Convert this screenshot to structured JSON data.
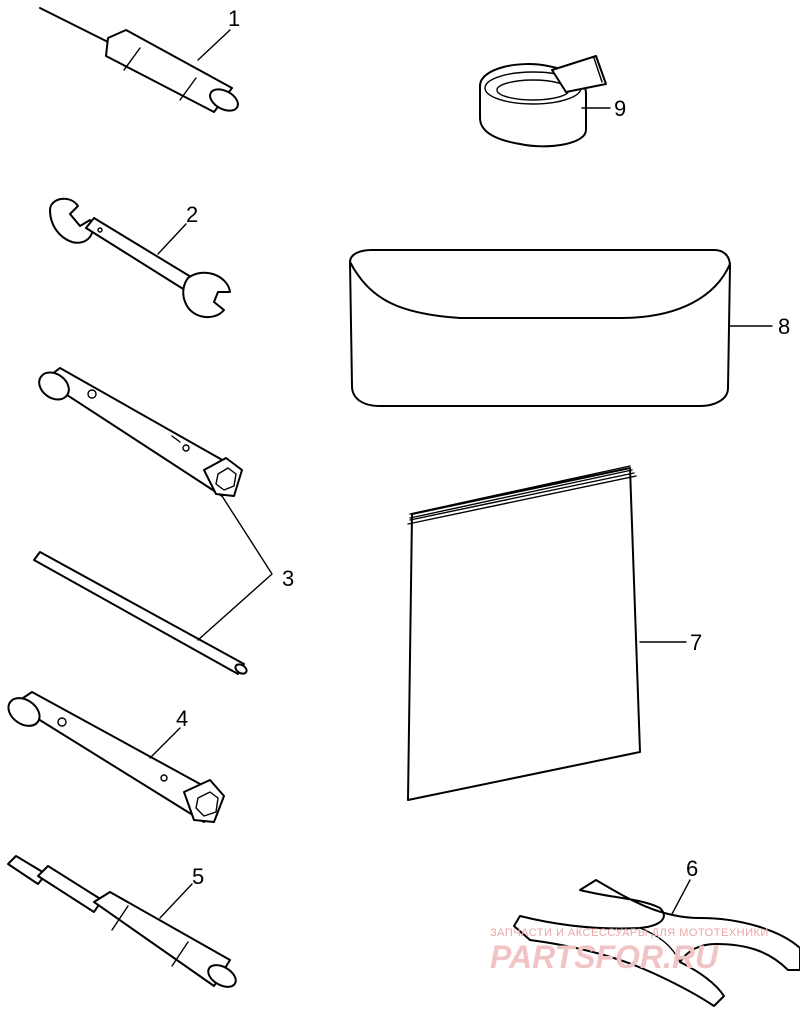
{
  "callouts": [
    {
      "id": "1",
      "label": "1"
    },
    {
      "id": "2",
      "label": "2"
    },
    {
      "id": "3",
      "label": "3"
    },
    {
      "id": "4",
      "label": "4"
    },
    {
      "id": "5",
      "label": "5"
    },
    {
      "id": "6",
      "label": "6"
    },
    {
      "id": "7",
      "label": "7"
    },
    {
      "id": "8",
      "label": "8"
    },
    {
      "id": "9",
      "label": "9"
    }
  ],
  "watermark": {
    "line1": "ЗАПЧАСТИ И АКСЕССУАРЫ ДЛЯ МОТОТЕХНИКИ",
    "line2": "PARTSFOR.RU",
    "color": "#e9a6a6"
  }
}
